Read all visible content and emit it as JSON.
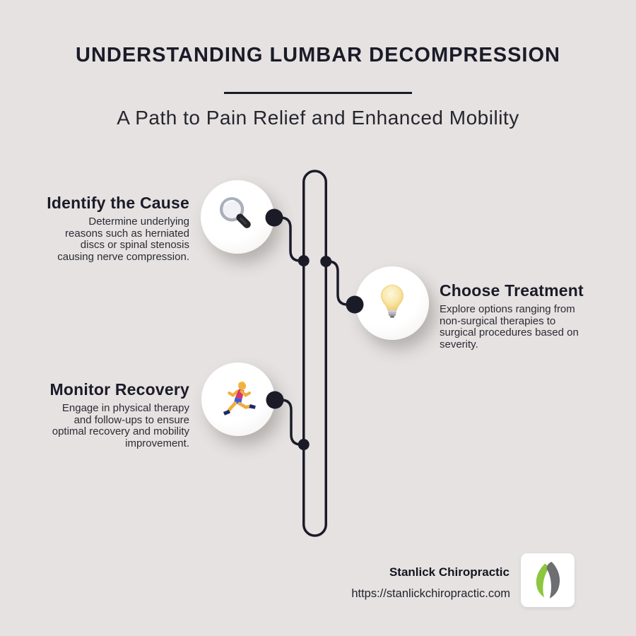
{
  "header": {
    "title": "UNDERSTANDING LUMBAR DECOMPRESSION",
    "subtitle": "A Path to Pain Relief and Enhanced Mobility"
  },
  "steps": [
    {
      "title": "Identify the Cause",
      "description": "Determine underlying reasons such as herniated discs or spinal stenosis causing nerve compression.",
      "icon": "magnifier-icon",
      "side": "left"
    },
    {
      "title": "Choose Treatment",
      "description": "Explore options ranging from non-surgical therapies to surgical procedures based on severity.",
      "icon": "lightbulb-icon",
      "side": "right"
    },
    {
      "title": "Monitor Recovery",
      "description": "Engage in physical therapy and follow-ups to ensure optimal recovery and mobility improvement.",
      "icon": "runner-icon",
      "side": "left"
    }
  ],
  "footer": {
    "brand": "Stanlick Chiropractic",
    "url": "https://stanlickchiropractic.com",
    "logo": "stanlick-logo-icon"
  },
  "colors": {
    "background": "#e5e2e1",
    "ink": "#1b1b28",
    "circle_fill": "#ffffff",
    "bulb_yellow": "#f6dd8a",
    "shirt_pink": "#d8356d",
    "shorts_blue": "#3c5bd7",
    "logo_green": "#8dc63f",
    "logo_gray": "#6d6e71"
  }
}
